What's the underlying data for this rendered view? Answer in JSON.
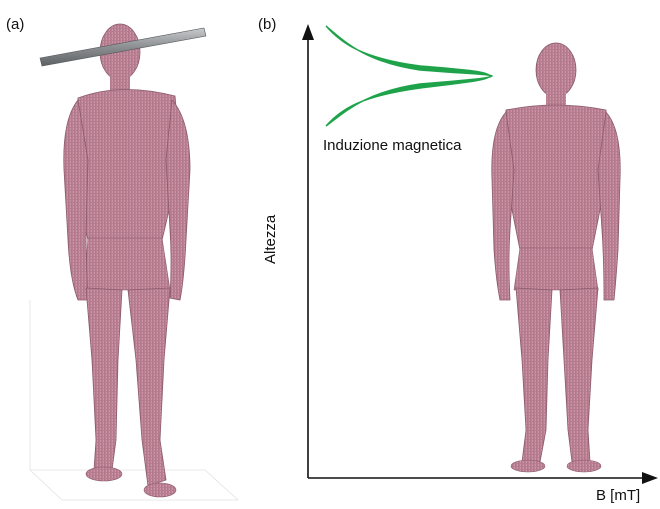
{
  "panels": {
    "a": {
      "label": "(a)"
    },
    "b": {
      "label": "(b)"
    }
  },
  "diagram": {
    "field_curve_label": "Induzione magnetica",
    "y_axis_label": "Altezza",
    "x_axis_label": "B [mT]"
  },
  "colors": {
    "body_fill": "#c88ba0",
    "body_edge": "#8a5a6c",
    "field_curve": "#1fa34a",
    "coil_rod": "#8c8f92",
    "axis": "#111111"
  }
}
